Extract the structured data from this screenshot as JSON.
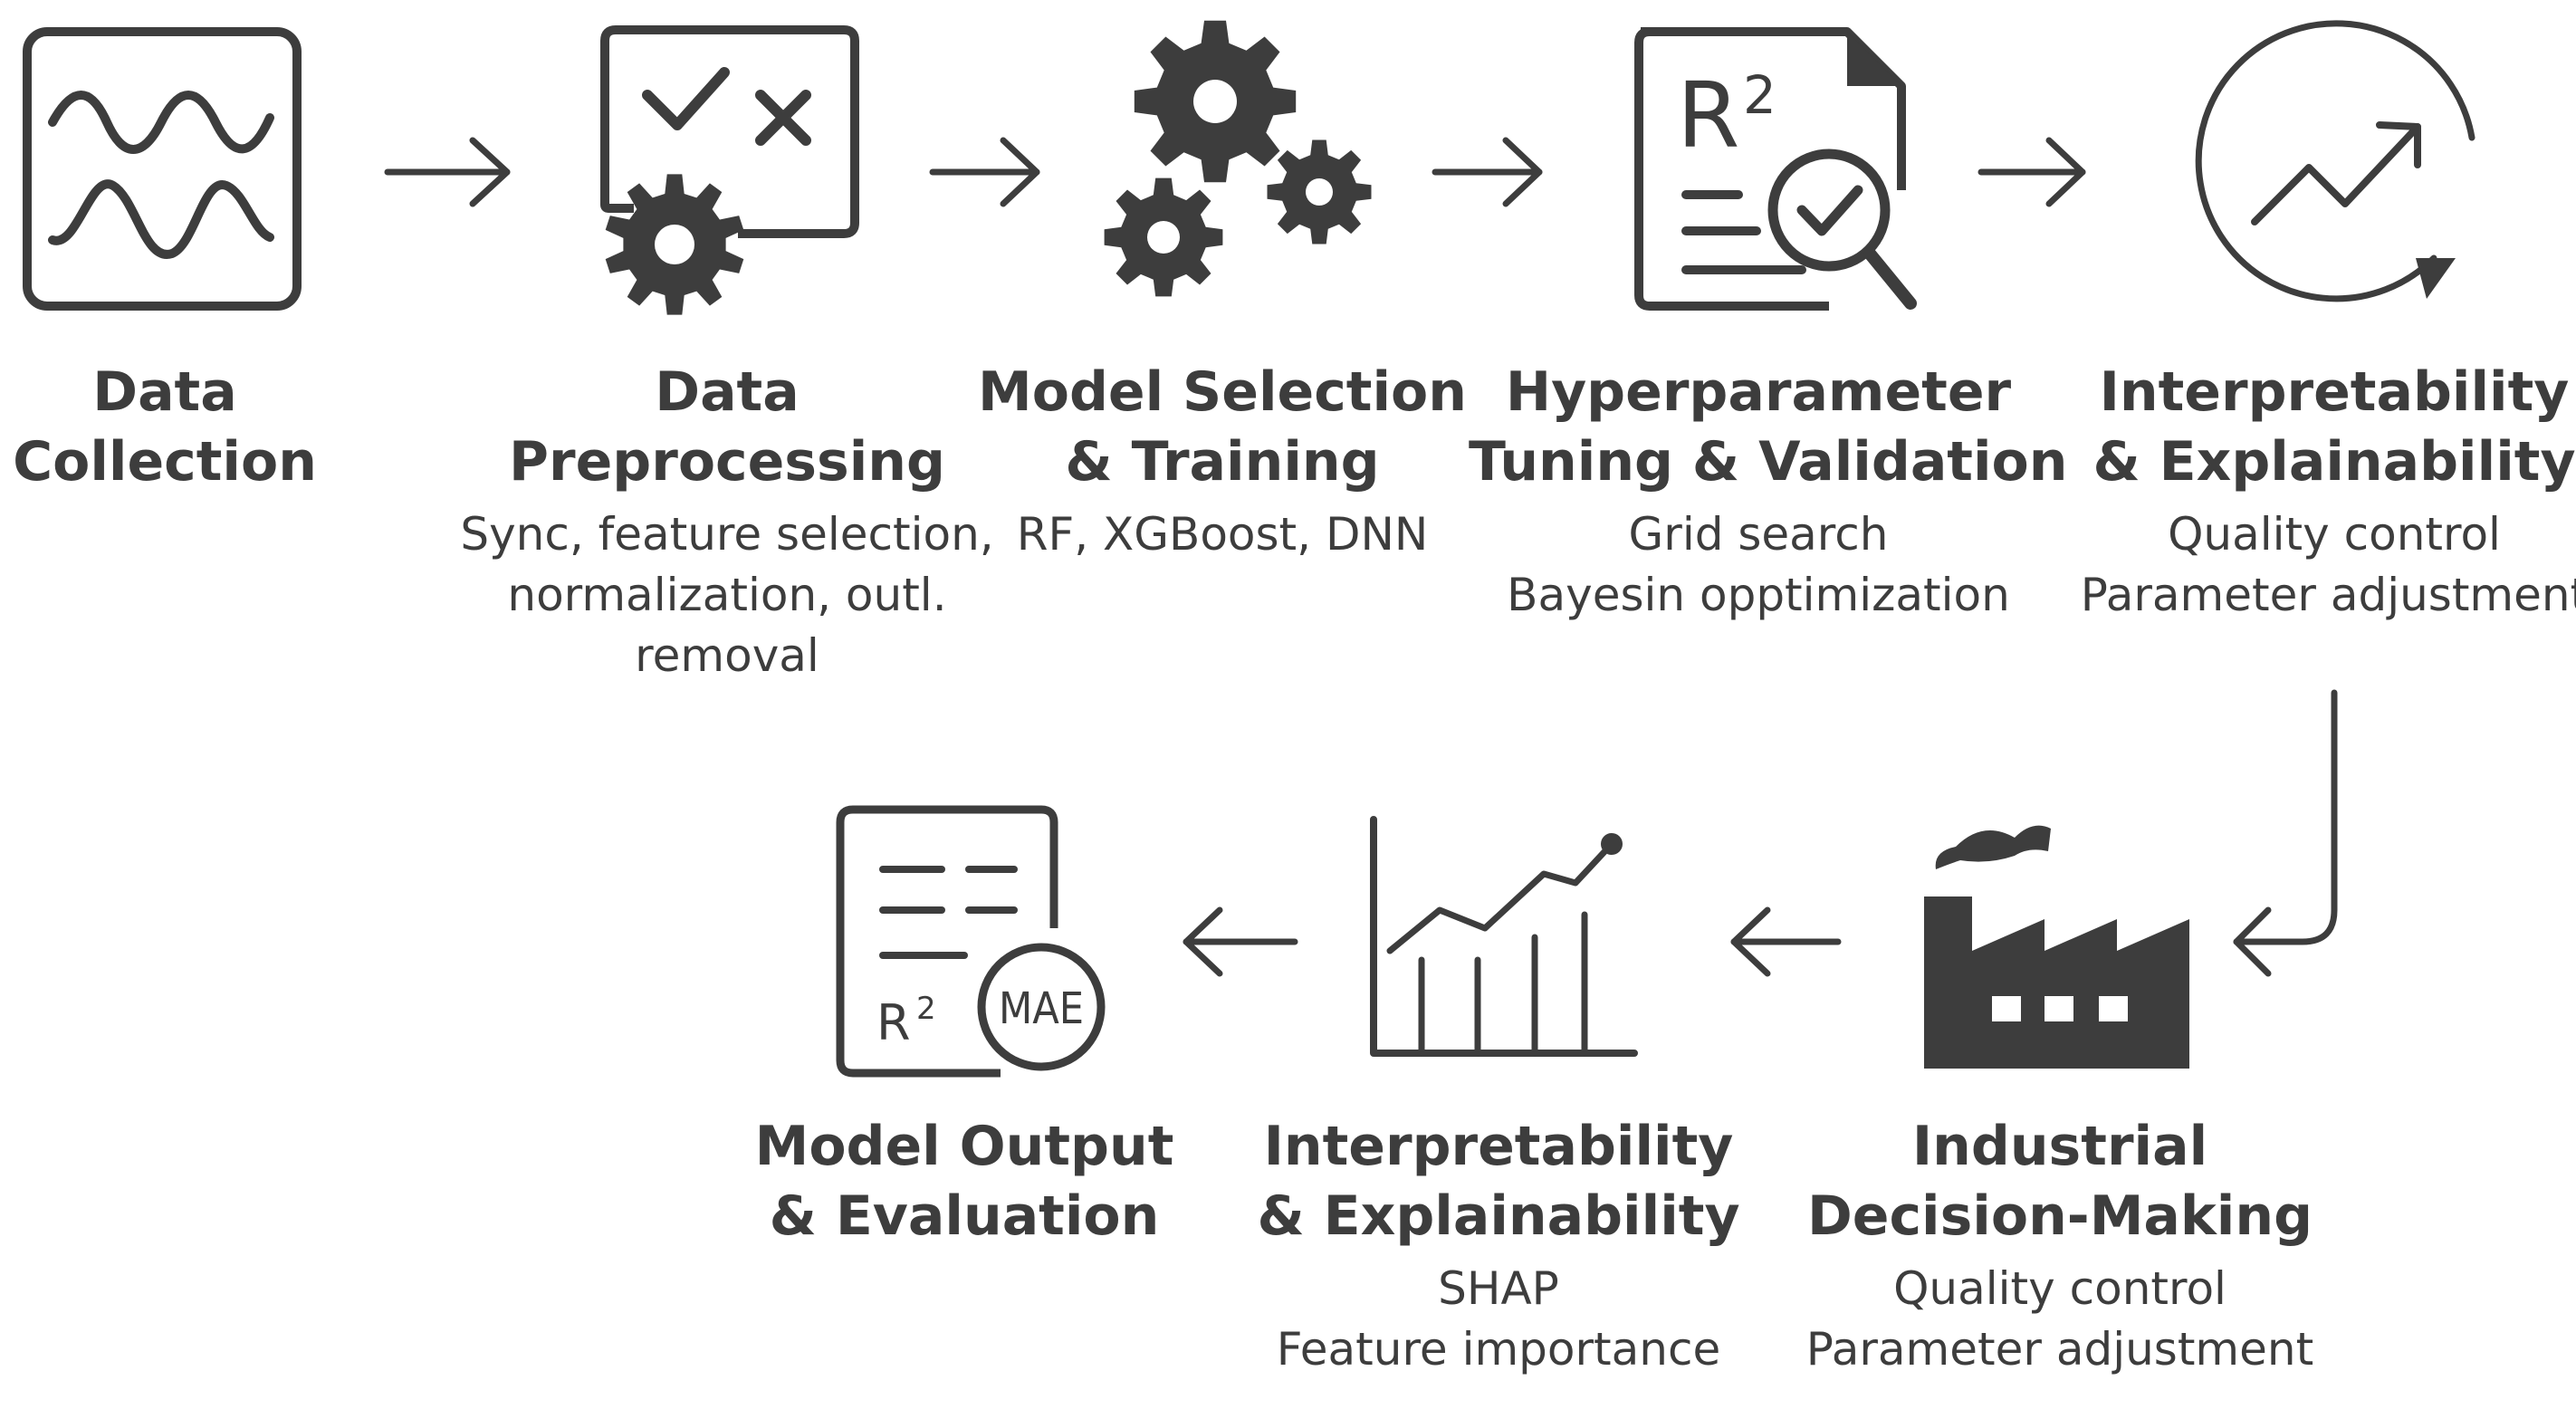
{
  "stages": [
    {
      "icon": "waveform-icon",
      "title": [
        "Data",
        "Collection"
      ],
      "desc": []
    },
    {
      "icon": "checklist-gear-icon",
      "title": [
        "Data",
        "Preprocessing"
      ],
      "desc": [
        "Sync, feature selection,",
        "normalization, outl.",
        "removal"
      ]
    },
    {
      "icon": "gears-icon",
      "title": [
        "Model Selection",
        "& Training"
      ],
      "desc": [
        "RF, XGBoost, DNN"
      ]
    },
    {
      "icon": "r2-document-magnifier-icon",
      "title": [
        "Hyperparameter",
        "Tuning & Validation"
      ],
      "desc": [
        "Grid search",
        "Bayesin opptimization"
      ]
    },
    {
      "icon": "trend-cycle-icon",
      "title": [
        "Interpretability",
        "& Explainability"
      ],
      "desc": [
        "Quality control",
        "Parameter adjustment"
      ]
    },
    {
      "icon": "factory-icon",
      "title": [
        "Industrial",
        "Decision-Making"
      ],
      "desc": [
        "Quality control",
        "Parameter adjustment"
      ]
    },
    {
      "icon": "line-bar-chart-icon",
      "title": [
        "Interpretability",
        "& Explainability"
      ],
      "desc": [
        "SHAP",
        "Feature importance"
      ]
    },
    {
      "icon": "report-metrics-icon",
      "title": [
        "Model Output",
        "& Evaluation"
      ],
      "desc": []
    }
  ],
  "icon_text": {
    "r2": "R",
    "r2_sup": "2",
    "mae": "MAE"
  },
  "colors": {
    "ink": "#3d3d3d",
    "background": "#ffffff"
  }
}
